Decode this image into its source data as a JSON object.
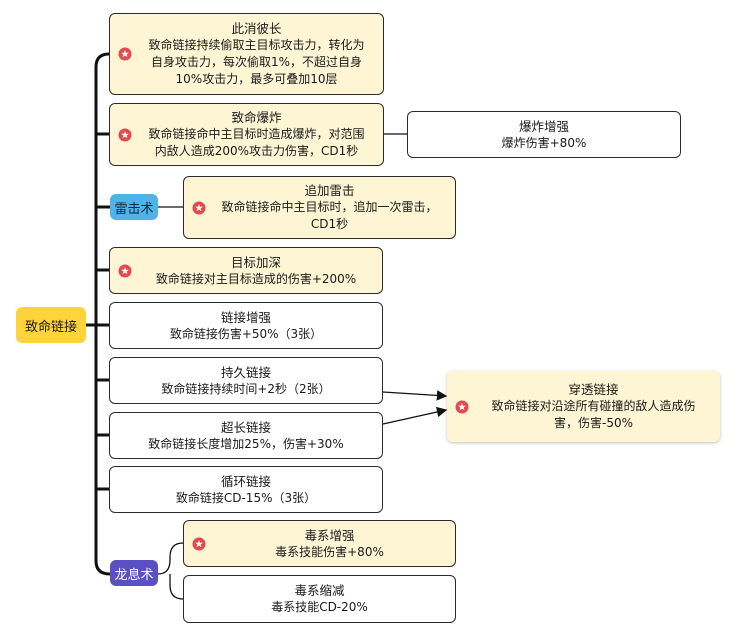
{
  "root": {
    "label": "致命链接"
  },
  "branch_tags": {
    "thunder": "雷击术",
    "dragon": "龙息术"
  },
  "nodes": {
    "n1": {
      "title": "此消彼长",
      "lines": [
        "致命链接持续偷取主目标攻击力，转化为",
        "自身攻击力，每次偷取1%，不超过自身",
        "10%攻击力，最多可叠加10层"
      ]
    },
    "n2": {
      "title": "致命爆炸",
      "lines": [
        "致命链接命中主目标时造成爆炸，对范围",
        "内敌人造成200%攻击力伤害，CD1秒"
      ]
    },
    "n2b": {
      "title": "爆炸增强",
      "lines": [
        "爆炸伤害+80%"
      ]
    },
    "n3": {
      "title": "追加雷击",
      "lines": [
        "致命链接命中主目标时，追加一次雷击，",
        "CD1秒"
      ]
    },
    "n4": {
      "title": "目标加深",
      "lines": [
        "致命链接对主目标造成的伤害+200%"
      ]
    },
    "n5": {
      "title": "链接增强",
      "lines": [
        "致命链接伤害+50%（3张）"
      ]
    },
    "n6": {
      "title": "持久链接",
      "lines": [
        "致命链接持续时间+2秒（2张）"
      ]
    },
    "n7": {
      "title": "超长链接",
      "lines": [
        "致命链接长度增加25%，伤害+30%"
      ]
    },
    "n8": {
      "title": "循环链接",
      "lines": [
        "致命链接CD-15%（3张）"
      ]
    },
    "n9": {
      "title": "穿透链接",
      "lines": [
        "致命链接对沿途所有碰撞的敌人造成伤",
        "害，伤害-50%"
      ]
    },
    "n10": {
      "title": "毒系增强",
      "lines": [
        "毒系技能伤害+80%"
      ]
    },
    "n11": {
      "title": "毒系缩减",
      "lines": [
        "毒系技能CD-20%"
      ]
    }
  },
  "colors": {
    "root": "#ffd43b",
    "thunder_tag": "#4fb3e8",
    "dragon_tag": "#5b4fc4",
    "highlight_fill": "#fdf5d4",
    "star": "#e5484d"
  }
}
